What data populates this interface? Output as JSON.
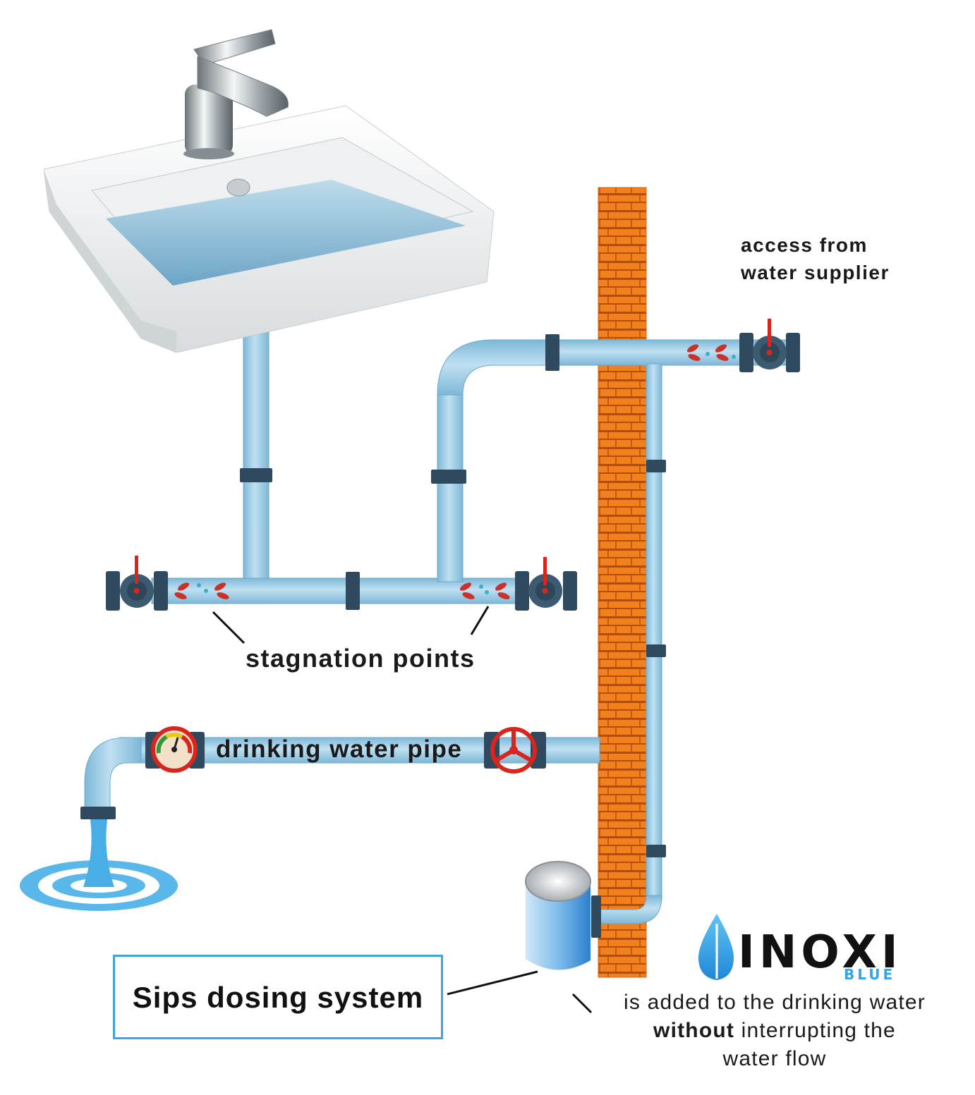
{
  "labels": {
    "access_line1": "access from",
    "access_line2": "water supplier",
    "stagnation": "stagnation points",
    "drinking_pipe": "drinking water pipe",
    "sips": "Sips dosing system",
    "note_line1": "is added to the drinking water",
    "note_bold": "without",
    "note_line2_rest": " interrupting the",
    "note_line3": "water flow"
  },
  "brand": {
    "name": "INOXI",
    "sub": "BLUE"
  },
  "colors": {
    "pipe": "#a9d4ea",
    "pipe_edge": "#6fa9c8",
    "fitting": "#2f4a5e",
    "wall": "#f07a1a",
    "valve_red": "#d7261e",
    "box_border": "#3fa6d8",
    "brand_blue": "#3aa3e6"
  },
  "icons": [
    "sink-icon",
    "faucet-icon",
    "valve-icon",
    "bacteria-icon",
    "pressure-gauge-icon",
    "handwheel-valve-icon",
    "water-splash-icon",
    "water-drop-leaf-icon",
    "dosing-tank-icon"
  ]
}
